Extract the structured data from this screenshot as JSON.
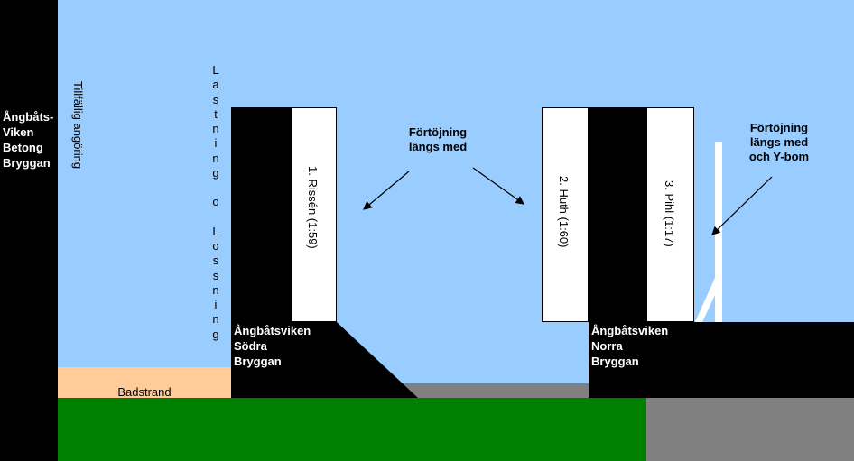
{
  "colors": {
    "water": "#99ccff",
    "pier": "#000000",
    "berth": "#ffffff",
    "beach": "#ffcc99",
    "grass": "#008000",
    "gravel": "#808080"
  },
  "labels": {
    "betong_bryggan": [
      "Ångbåts-",
      "Viken",
      "Betong",
      "Bryggan"
    ],
    "tillfallig": "Tillfällig angöring",
    "lastning": "Lastning o Lossning",
    "badstrand": "Badstrand",
    "sodra_bryggan": [
      "Ångbåtsviken",
      "Södra",
      "Bryggan"
    ],
    "norra_bryggan": [
      "Ångbåtsviken",
      "Norra",
      "Bryggan"
    ],
    "fortojning_langs": [
      "Förtöjning",
      "längs med"
    ],
    "fortojning_ybom": [
      "Förtöjning",
      "längs med",
      "och Y-bom"
    ]
  },
  "berths": [
    {
      "label": "1. Rissén (1:59)"
    },
    {
      "label": "2. Huth (1:60)"
    },
    {
      "label": "3. Pihl (1:17)"
    }
  ]
}
